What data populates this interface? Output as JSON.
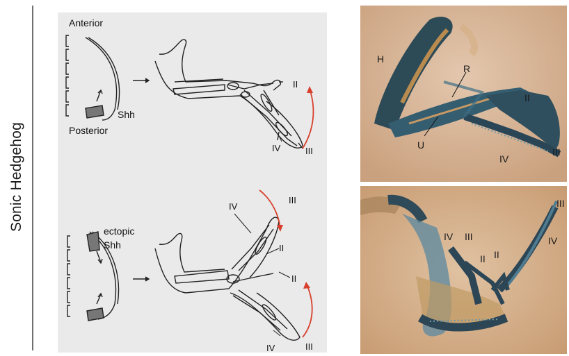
{
  "side_title": "Sonic Hedgehog",
  "diagram": {
    "anterior": "Anterior",
    "posterior": "Posterior",
    "shh_top": "Shh",
    "ectopic": "ectopic",
    "shh_bottom": "Shh",
    "top_digits": [
      "II",
      "IV",
      "III"
    ],
    "bottom_digits": [
      "IV",
      "III",
      "II",
      "II",
      "IV",
      "III"
    ]
  },
  "photo_top": {
    "labels": [
      "H",
      "R",
      "U",
      "II",
      "IV",
      "III"
    ]
  },
  "photo_bottom": {
    "labels": [
      "III",
      "IV",
      "III",
      "IV",
      "II",
      "II"
    ]
  },
  "colors": {
    "arrow_red": "#d7402c",
    "panel_bg": "#eaeaea",
    "cartilage_blue": "#3f6f86"
  }
}
